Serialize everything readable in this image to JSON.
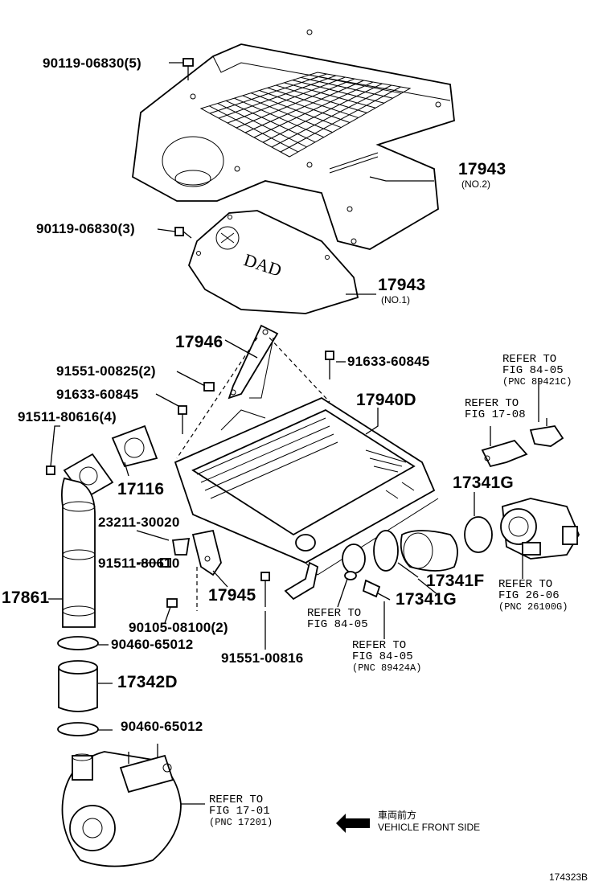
{
  "labels": {
    "p_90119_06830_5": "90119-06830(5)",
    "p_90119_06830_3": "90119-06830(3)",
    "p_17943_a": "17943",
    "p_17943_a_sub": "(NO.2)",
    "p_17943_b": "17943",
    "p_17943_b_sub": "(NO.1)",
    "p_17946": "17946",
    "p_91633_60845_a": "91633-60845",
    "p_91551_00825_2": "91551-00825(2)",
    "p_91633_60845_b": "91633-60845",
    "p_17940D": "17940D",
    "p_91511_80616_4": "91511-80616(4)",
    "p_17116": "17116",
    "p_23211_30020": "23211-30020",
    "p_91511_80610": "91511-80610",
    "p_17945": "17945",
    "p_17861": "17861",
    "p_90105_08100_2": "90105-08100(2)",
    "p_90460_65012_a": "90460-65012",
    "p_91551_00816": "91551-00816",
    "p_17342D": "17342D",
    "p_90460_65012_b": "90460-65012",
    "p_17341G_a": "17341G",
    "p_17341F": "17341F",
    "p_17341G_b": "17341G"
  },
  "refs": {
    "r1": {
      "l1": "REFER TO",
      "l2": "FIG 84-05",
      "l3": "(PNC 89421C)"
    },
    "r2": {
      "l1": "REFER TO",
      "l2": "FIG 17-08"
    },
    "r3": {
      "l1": "REFER TO",
      "l2": "FIG 26-06",
      "l3": "(PNC 26100G)"
    },
    "r4": {
      "l1": "REFER TO",
      "l2": "FIG 84-05"
    },
    "r5": {
      "l1": "REFER TO",
      "l2": "FIG 84-05",
      "l3": "(PNC 89424A)"
    },
    "r6": {
      "l1": "REFER TO",
      "l2": "FIG 17-01",
      "l3": "(PNC 17201)"
    }
  },
  "front": {
    "jp": "車両前方",
    "en": "VEHICLE FRONT SIDE"
  },
  "figure_id": "174323B"
}
